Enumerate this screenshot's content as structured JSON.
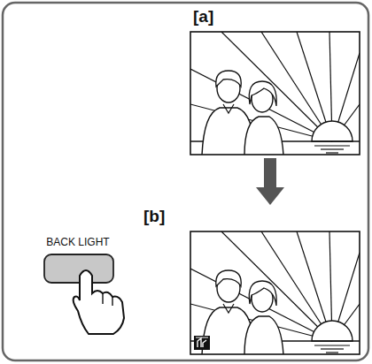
{
  "diagram": {
    "nodes": [
      {
        "text": [
          "[a]"
        ]
      },
      {
        "text": [
          "[b]"
        ]
      },
      {
        "text": [
          "BACK LIGHT"
        ]
      }
    ],
    "edges": [
      {
        "from": 0,
        "to": 1,
        "arrow": "to"
      }
    ]
  }
}
